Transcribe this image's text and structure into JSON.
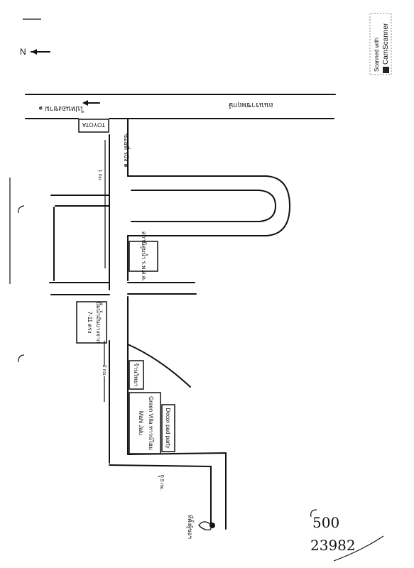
{
  "compass": {
    "letter": "N"
  },
  "scanner_watermark": {
    "line1": "Scanned with",
    "line2": "CamScanner"
  },
  "roads": {
    "top_road_label": "ถนนราชพฤกษ์",
    "left_road_label": "ไปหนองขาม ๑",
    "soi_label": "ซอยที่ ร0ง ๑"
  },
  "places": {
    "toyota": "TOYOTA",
    "pump_station": "สถานีสูบน้ำ ร.พ.ส.ค.",
    "seven_eleven": "7-11 ตรง\nปั๊มน้ำมันบางจาก",
    "shop_name": "ร้านวิทยา",
    "villa_line1": "Mahi Jalu",
    "villa_line2": "Green Villa ทาวน์โฮม",
    "decor": "Decor pad party",
    "destination": "ที่ตั้งผู้ขอฯ"
  },
  "distances": {
    "d1": "1 กม.",
    "d2": "2 กม.",
    "d3": "0.5 กม."
  },
  "handwriting": {
    "number_top": "500",
    "number_bottom": "23982"
  }
}
